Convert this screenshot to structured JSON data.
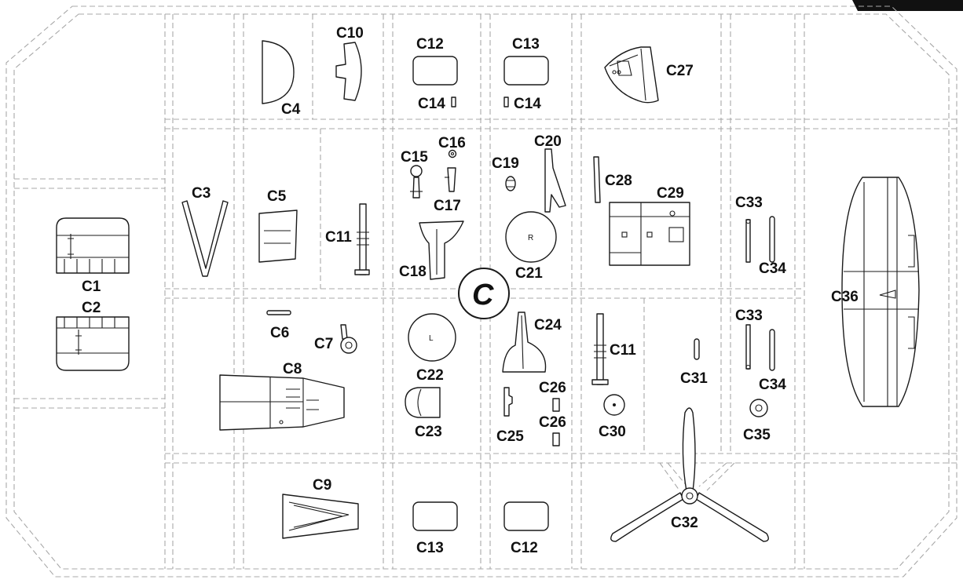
{
  "sprue": {
    "letter": "C",
    "colors": {
      "runner": "#a8a8a8",
      "part_outline": "#1a1a1a",
      "background": "#ffffff"
    }
  },
  "parts": {
    "c1": "C1",
    "c2": "C2",
    "c3": "C3",
    "c4": "C4",
    "c5": "C5",
    "c6": "C6",
    "c7": "C7",
    "c8": "C8",
    "c9": "C9",
    "c10": "C10",
    "c11a": "C11",
    "c11b": "C11",
    "c12a": "C12",
    "c12b": "C12",
    "c13a": "C13",
    "c13b": "C13",
    "c14a": "C14",
    "c14b": "C14",
    "c15": "C15",
    "c16": "C16",
    "c17": "C17",
    "c18": "C18",
    "c19": "C19",
    "c20": "C20",
    "c21": "C21",
    "c22": "C22",
    "c23": "C23",
    "c24": "C24",
    "c25": "C25",
    "c26a": "C26",
    "c26b": "C26",
    "c27": "C27",
    "c28": "C28",
    "c29": "C29",
    "c30": "C30",
    "c31": "C31",
    "c32": "C32",
    "c33a": "C33",
    "c33b": "C33",
    "c34a": "C34",
    "c34b": "C34",
    "c35": "C35",
    "c36": "C36"
  },
  "embossed": {
    "c21_mark": "R",
    "c22_mark": "L"
  }
}
